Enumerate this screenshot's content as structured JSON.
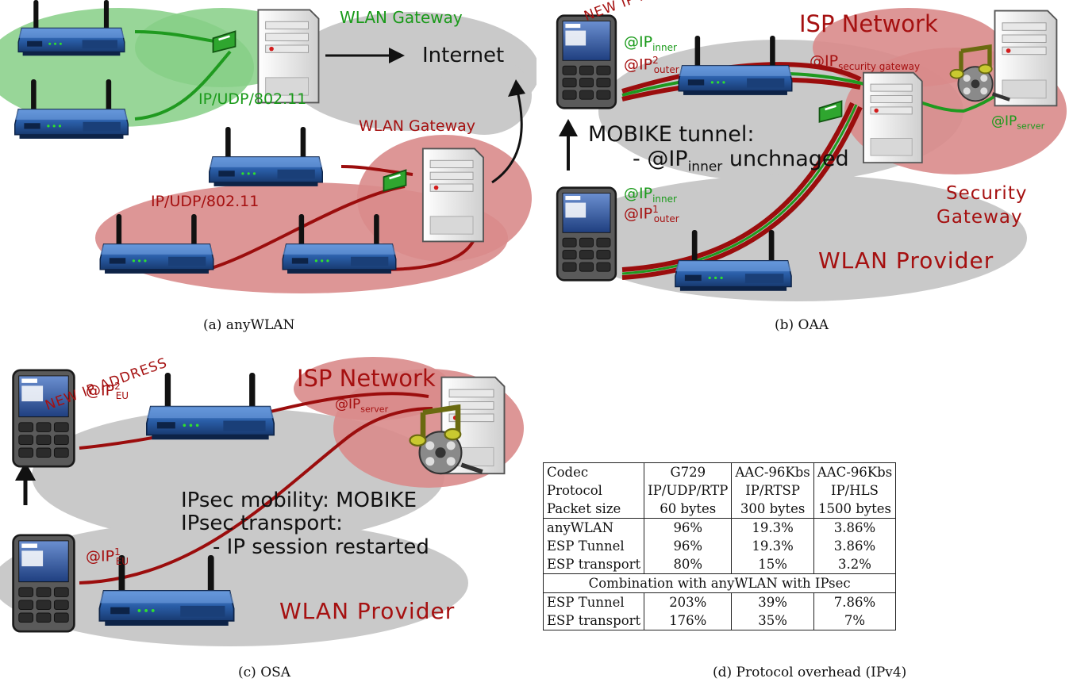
{
  "panels": {
    "a": {
      "caption": "(a) anyWLAN",
      "wlan_gateway_top": "WLAN Gateway",
      "internet": "Internet",
      "ip_udp_top": "IP/UDP/802.11",
      "wlan_gateway_mid": "WLAN Gateway",
      "ip_udp_bottom": "IP/UDP/802.11"
    },
    "b": {
      "caption": "(b) OAA",
      "new_ip": "NEW IP ADDRESS",
      "isp_network": "ISP Network",
      "ip_inner_top": "@IP",
      "ip_inner_top_sub": "inner",
      "ip_outer2": "@IP",
      "ip_outer2_sup": "2",
      "ip_outer2_sub": "outer",
      "ip_secgw": "@IP",
      "ip_secgw_sub": "security gateway",
      "ip_server": "@IP",
      "ip_server_sub": "server",
      "mobike_line1": "MOBIKE tunnel:",
      "mobike_line2_a": "- @IP",
      "mobike_line2_sub": "inner",
      "mobike_line2_b": " unchnaged",
      "ip_inner_bottom": "@IP",
      "ip_inner_bottom_sub": "inner",
      "ip_outer1": "@IP",
      "ip_outer1_sup": "1",
      "ip_outer1_sub": "outer",
      "security_gateway_1": "Security",
      "security_gateway_2": "Gateway",
      "wlan_provider": "WLAN Provider"
    },
    "c": {
      "caption": "(c) OSA",
      "new_ip": "NEW IP ADDRESS",
      "ip2_eu": "@IP",
      "ip2_eu_sup": "2",
      "ip2_eu_sub": "EU",
      "isp_network": "ISP Network",
      "ip_server": "@IP",
      "ip_server_sub": "server",
      "ipsec_line1": "IPsec mobility: MOBIKE",
      "ipsec_line2": "IPsec transport:",
      "ipsec_line3": "- IP session restarted",
      "ip1_eu": "@IP",
      "ip1_eu_sup": "1",
      "ip1_eu_sub": "EU",
      "wlan_provider": "WLAN Provider"
    },
    "d": {
      "caption": "(d) Protocol overhead (IPv4)"
    }
  },
  "table": {
    "header_rows": [
      [
        "Codec",
        "G729",
        "AAC-96Kbs",
        "AAC-96Kbs"
      ],
      [
        "Protocol",
        "IP/UDP/RTP",
        "IP/RTSP",
        "IP/HLS"
      ],
      [
        "Packet size",
        "60 bytes",
        "300 bytes",
        "1500 bytes"
      ]
    ],
    "body_rows": [
      [
        "anyWLAN",
        "96%",
        "19.3%",
        "3.86%"
      ],
      [
        "ESP Tunnel",
        "96%",
        "19.3%",
        "3.86%"
      ],
      [
        "ESP transport",
        "80%",
        "15%",
        "3.2%"
      ]
    ],
    "combination_label": "Combination with anyWLAN with IPsec",
    "combo_rows": [
      [
        "ESP Tunnel",
        "203%",
        "39%",
        "7.86%"
      ],
      [
        "ESP transport",
        "176%",
        "35%",
        "7%"
      ]
    ]
  },
  "colors": {
    "green_link": "#1f9a1f",
    "red_link": "#9b0d0d",
    "green_cloud": "#7fcf7f",
    "red_cloud": "#d98b8b",
    "grey_cloud": "#c9c9c9",
    "router_blue": "#2a5ea8"
  }
}
